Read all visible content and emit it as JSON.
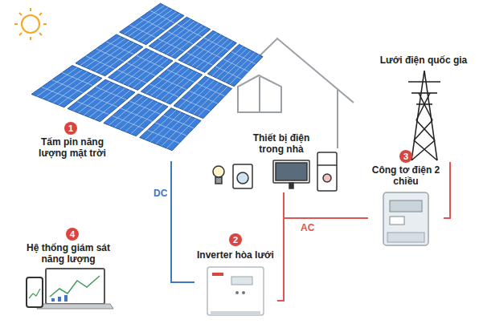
{
  "diagram": {
    "nodes": [
      {
        "text": [
          "1",
          "Tấm pin năng lượng mặt trời"
        ]
      },
      {
        "text": [
          "Thiết bị điện trong nhà"
        ]
      },
      {
        "text": [
          "Lưới điện quốc gia"
        ]
      },
      {
        "text": [
          "3",
          "Công tơ điện 2 chiều"
        ]
      },
      {
        "text": [
          "4",
          "Hệ thống giám sát năng lượng"
        ]
      },
      {
        "text": [
          "2",
          "Inverter hòa lưới"
        ]
      }
    ],
    "edges": [
      {
        "from": 0,
        "to": 5,
        "arrow": "none",
        "label": "DC"
      },
      {
        "from": 5,
        "to": 1,
        "arrow": "none"
      },
      {
        "from": 5,
        "to": 3,
        "arrow": "none",
        "label": "AC"
      },
      {
        "from": 3,
        "to": 2,
        "arrow": "none"
      }
    ]
  }
}
